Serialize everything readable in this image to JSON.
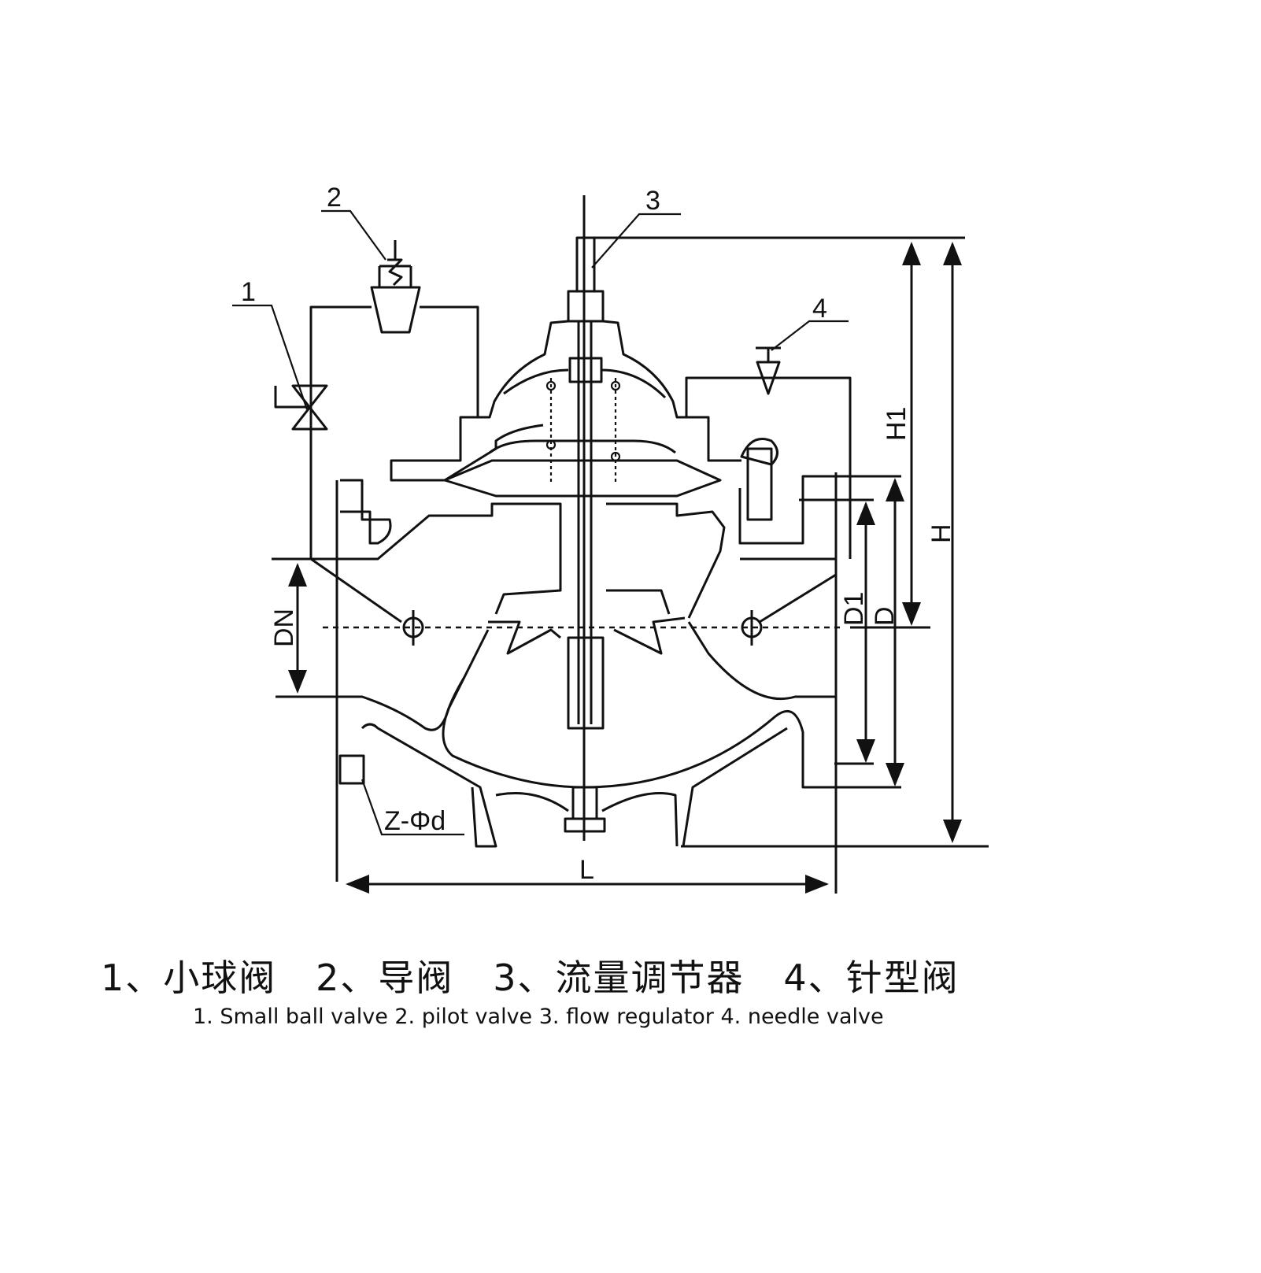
{
  "diagram": {
    "callouts": [
      "1",
      "2",
      "3",
      "4"
    ],
    "dimensions": {
      "H": "H",
      "H1": "H1",
      "D": "D",
      "D1": "D1",
      "DN": "DN",
      "L": "L",
      "bolt_holes": "Z-Φd"
    }
  },
  "caption": {
    "chinese": "1、小球阀   2、导阀   3、流量调节器   4、针型阀",
    "english": "1. Small ball valve 2. pilot valve 3. flow regulator 4. needle valve"
  }
}
